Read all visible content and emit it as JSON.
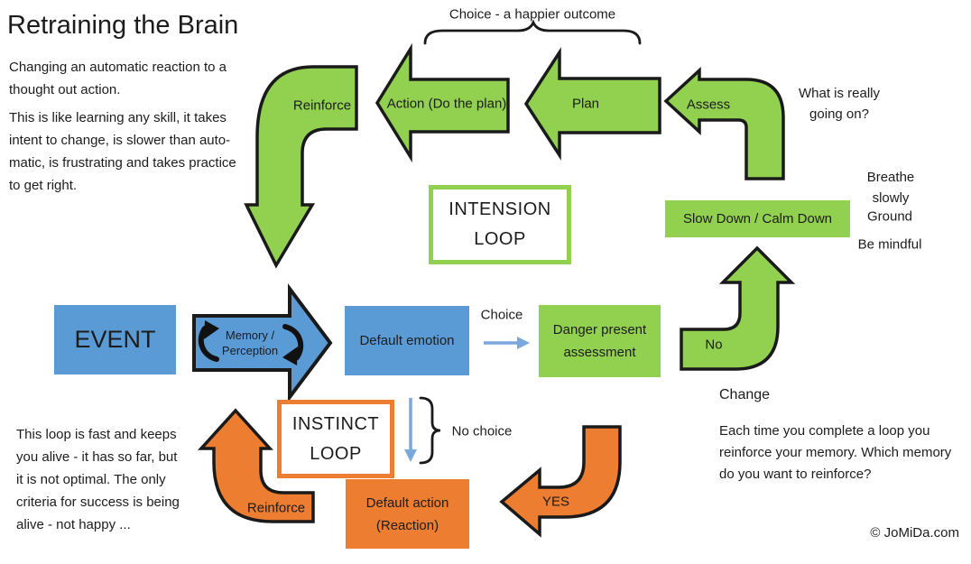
{
  "colors": {
    "green": "#92d050",
    "blue": "#5b9bd5",
    "orange": "#ed7d31",
    "light_blue_arrow": "#7aa7dc",
    "outline": "#1a1a1a"
  },
  "title": "Retraining the Brain",
  "intro": {
    "p1": "Changing an automatic reaction to a\nthought out action.",
    "p2": "This is like learning any skill, it takes\nintent to change, is slower than auto-\nmatic, is frustrating and takes practice\nto get right."
  },
  "intension": {
    "outcome": "Choice - a happier outcome",
    "reinforce": "Reinforce",
    "action": "Action (Do the plan)",
    "plan": "Plan",
    "assess": "Assess",
    "question": "What is really\ngoing on?",
    "loop_label": "INTENSION\nLOOP",
    "calm_box": "Slow Down / Calm Down",
    "tips": [
      "Breathe slowly",
      "Ground",
      "Be mindful"
    ],
    "no": "No"
  },
  "event_row": {
    "event": "EVENT",
    "memory": "Memory /\nPerception",
    "default_emotion": "Default emotion",
    "choice": "Choice",
    "danger": "Danger present\nassessment"
  },
  "instinct": {
    "loop_label": "INSTINCT\nLOOP",
    "no_choice": "No choice",
    "reinforce": "Reinforce",
    "yes": "YES",
    "default_action": "Default action\n(Reaction)",
    "note": "This loop is fast and keeps\nyou alive - it has so far, but\nit is not optimal. The only\ncriteria for success is being\nalive - not happy ..."
  },
  "change": {
    "heading": "Change",
    "body": "Each time you complete a loop you\nreinforce your memory. Which memory\ndo you want to reinforce?"
  },
  "footer": {
    "copyright": "© JoMiDa.com"
  }
}
